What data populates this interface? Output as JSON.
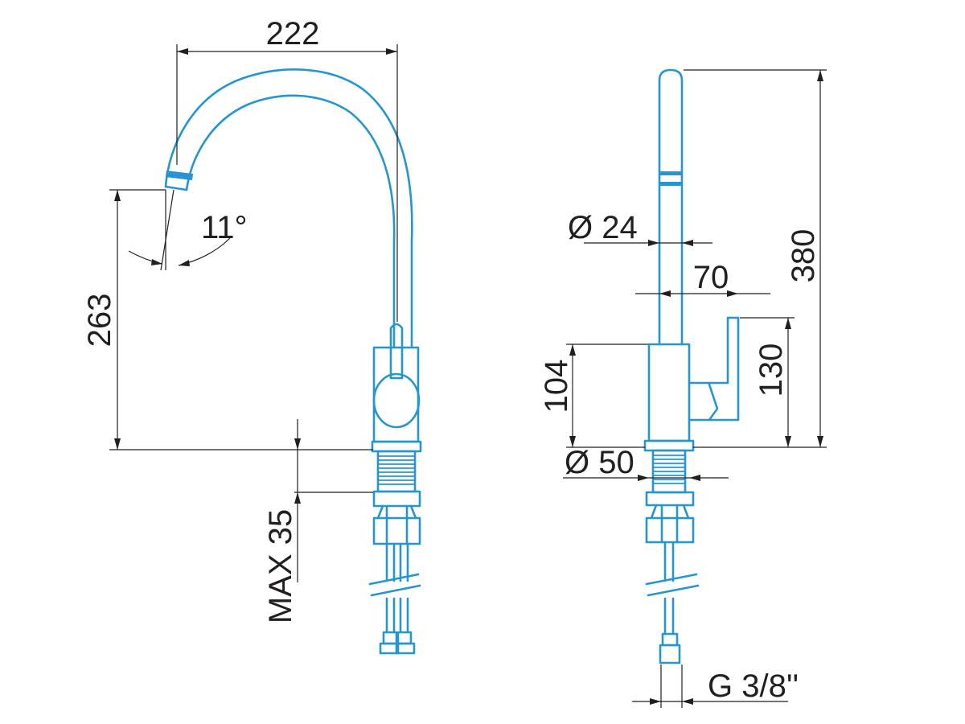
{
  "colors": {
    "product_line": "#2596d0",
    "dimension_line": "#231f20"
  },
  "front_view": {
    "dim_spout_reach": "222",
    "dim_spout_height": "263",
    "dim_spout_angle": "11°",
    "dim_max_thickness": "MAX 35"
  },
  "side_view": {
    "dim_spout_diameter": "Ø 24",
    "dim_handle_offset": "70",
    "dim_total_height": "380",
    "dim_body_height": "104",
    "dim_handle_height": "130",
    "dim_base_diameter": "Ø 50",
    "dim_connection_thread": "G 3/8''"
  }
}
